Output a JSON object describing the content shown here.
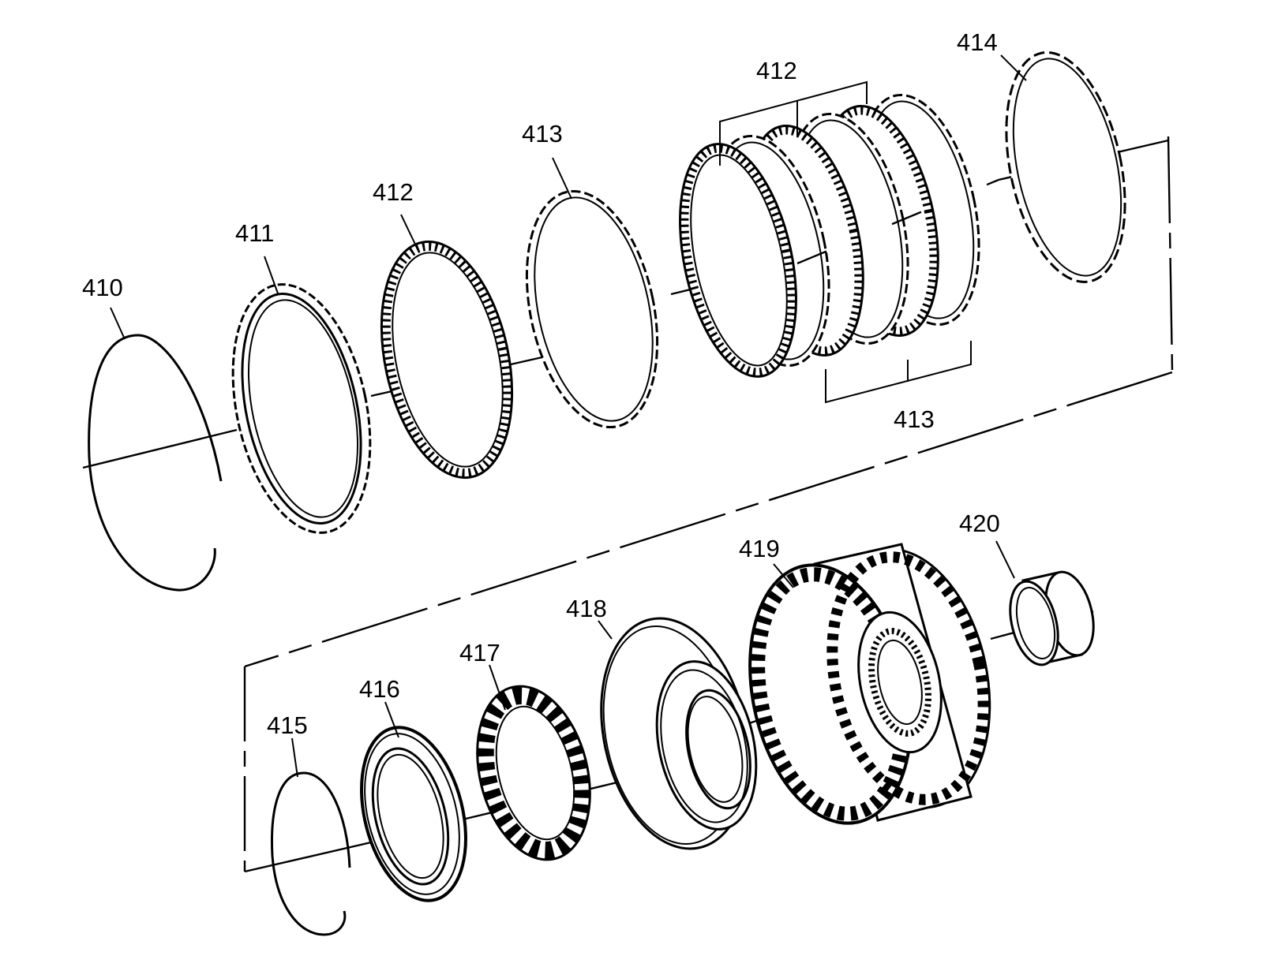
{
  "labels": {
    "p410": "410",
    "p411": "411",
    "p412a": "412",
    "p413a": "413",
    "p412b": "412",
    "p413b": "413",
    "p414": "414",
    "p415": "415",
    "p416": "416",
    "p417": "417",
    "p418": "418",
    "p419": "419",
    "p420": "420"
  },
  "colors": {
    "line": "#000000",
    "background": "#ffffff"
  }
}
